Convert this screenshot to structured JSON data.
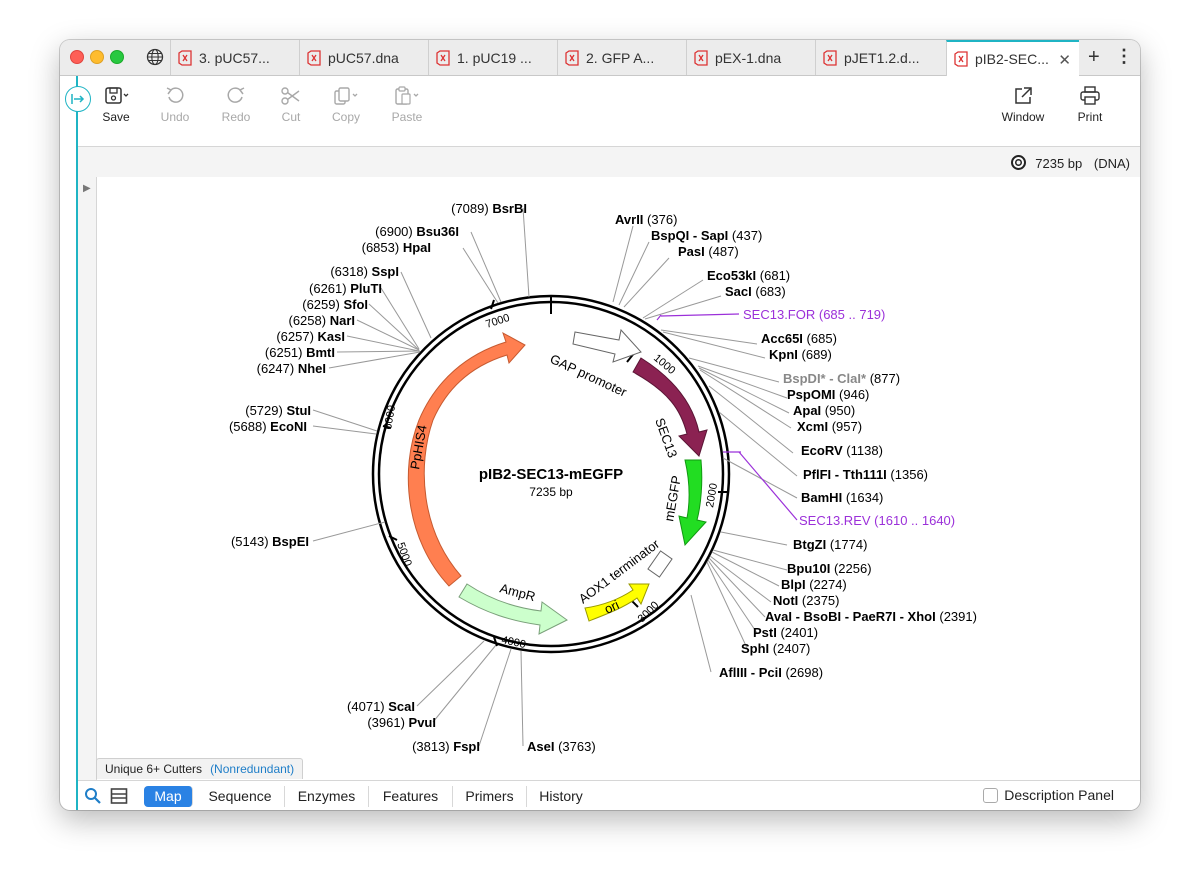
{
  "tabs": [
    {
      "label": "3. pUC57...",
      "active": false
    },
    {
      "label": "pUC57.dna",
      "active": false
    },
    {
      "label": "1. pUC19 ...",
      "active": false
    },
    {
      "label": "2. GFP A...",
      "active": false
    },
    {
      "label": "pEX-1.dna",
      "active": false
    },
    {
      "label": "pJET1.2.d...",
      "active": false
    },
    {
      "label": "pIB2-SEC...",
      "active": true
    }
  ],
  "toolbar": {
    "save": "Save",
    "undo": "Undo",
    "redo": "Redo",
    "cut": "Cut",
    "copy": "Copy",
    "paste": "Paste",
    "window": "Window",
    "print": "Print"
  },
  "status": {
    "length": "7235 bp",
    "type": "(DNA)"
  },
  "map": {
    "name": "pIB2-SEC13-mEGFP",
    "length": "7235 bp",
    "ticks": [
      "1000",
      "2000",
      "3000",
      "4000",
      "5000",
      "6000",
      "7000"
    ],
    "features": {
      "gap": "GAP promoter",
      "sec13": "SEC13",
      "megfp": "mEGFP",
      "aox1": "AOX1 terminator",
      "ori": "ori",
      "ampr": "AmpR",
      "pphis4": "PpHIS4"
    },
    "sites": [
      {
        "pos": "(376)",
        "name": "AvrII",
        "prefix": false
      },
      {
        "pos": "(437)",
        "name": "BspQI - SapI",
        "prefix": false
      },
      {
        "pos": "(487)",
        "name": "PasI",
        "prefix": false
      },
      {
        "pos": "(681)",
        "name": "Eco53kI",
        "prefix": false
      },
      {
        "pos": "(683)",
        "name": "SacI",
        "prefix": false
      },
      {
        "pos": "(685 .. 719)",
        "name": "SEC13.FOR",
        "primer": true
      },
      {
        "pos": "(685)",
        "name": "Acc65I",
        "prefix": false
      },
      {
        "pos": "(689)",
        "name": "KpnI",
        "prefix": false
      },
      {
        "pos": "(877)",
        "name": "BspDI* - ClaI*",
        "gray": true
      },
      {
        "pos": "(946)",
        "name": "PspOMI",
        "prefix": false
      },
      {
        "pos": "(950)",
        "name": "ApaI",
        "prefix": false
      },
      {
        "pos": "(957)",
        "name": "XcmI",
        "prefix": false
      },
      {
        "pos": "(1138)",
        "name": "EcoRV",
        "prefix": false
      },
      {
        "pos": "(1356)",
        "name": "PflFI - Tth111I",
        "prefix": false
      },
      {
        "pos": "(1634)",
        "name": "BamHI",
        "prefix": false
      },
      {
        "pos": "(1610 .. 1640)",
        "name": "SEC13.REV",
        "primer": true
      },
      {
        "pos": "(1774)",
        "name": "BtgZI",
        "prefix": false
      },
      {
        "pos": "(2256)",
        "name": "Bpu10I",
        "prefix": false
      },
      {
        "pos": "(2274)",
        "name": "BlpI",
        "prefix": false
      },
      {
        "pos": "(2375)",
        "name": "NotI",
        "prefix": false
      },
      {
        "pos": "(2391)",
        "name": "AvaI - BsoBI - PaeR7I - XhoI",
        "prefix": false
      },
      {
        "pos": "(2401)",
        "name": "PstI",
        "prefix": false
      },
      {
        "pos": "(2407)",
        "name": "SphI",
        "prefix": false
      },
      {
        "pos": "(2698)",
        "name": "AflIII - PciI",
        "prefix": false
      },
      {
        "pos": "(3763)",
        "name": "AseI",
        "prefix": false
      },
      {
        "pos": "(3813)",
        "name": "FspI",
        "prefix": true
      },
      {
        "pos": "(3961)",
        "name": "PvuI",
        "prefix": true
      },
      {
        "pos": "(4071)",
        "name": "ScaI",
        "prefix": true
      },
      {
        "pos": "(5143)",
        "name": "BspEI",
        "prefix": true
      },
      {
        "pos": "(5688)",
        "name": "EcoNI",
        "prefix": true
      },
      {
        "pos": "(5729)",
        "name": "StuI",
        "prefix": true
      },
      {
        "pos": "(6247)",
        "name": "NheI",
        "prefix": true
      },
      {
        "pos": "(6251)",
        "name": "BmtI",
        "prefix": true
      },
      {
        "pos": "(6257)",
        "name": "KasI",
        "prefix": true
      },
      {
        "pos": "(6258)",
        "name": "NarI",
        "prefix": true
      },
      {
        "pos": "(6259)",
        "name": "SfoI",
        "prefix": true
      },
      {
        "pos": "(6261)",
        "name": "PluTI",
        "prefix": true
      },
      {
        "pos": "(6318)",
        "name": "SspI",
        "prefix": true
      },
      {
        "pos": "(6853)",
        "name": "HpaI",
        "prefix": true
      },
      {
        "pos": "(6900)",
        "name": "Bsu36I",
        "prefix": true
      },
      {
        "pos": "(7089)",
        "name": "BsrBI",
        "prefix": true
      }
    ]
  },
  "cutters": {
    "label": "Unique 6+ Cutters",
    "mode": "(Nonredundant)"
  },
  "bottom_tabs": [
    "Map",
    "Sequence",
    "Enzymes",
    "Features",
    "Primers",
    "History"
  ],
  "description_panel": "Description Panel",
  "colors": {
    "accent": "#1fb4c4",
    "primer": "#9b30d9",
    "gap": "#ffffff",
    "sec13": "#8b2252",
    "megfp": "#22dd22",
    "ori": "#ffff00",
    "ampr": "#ccffcc",
    "pphis4": "#ff7f50"
  }
}
